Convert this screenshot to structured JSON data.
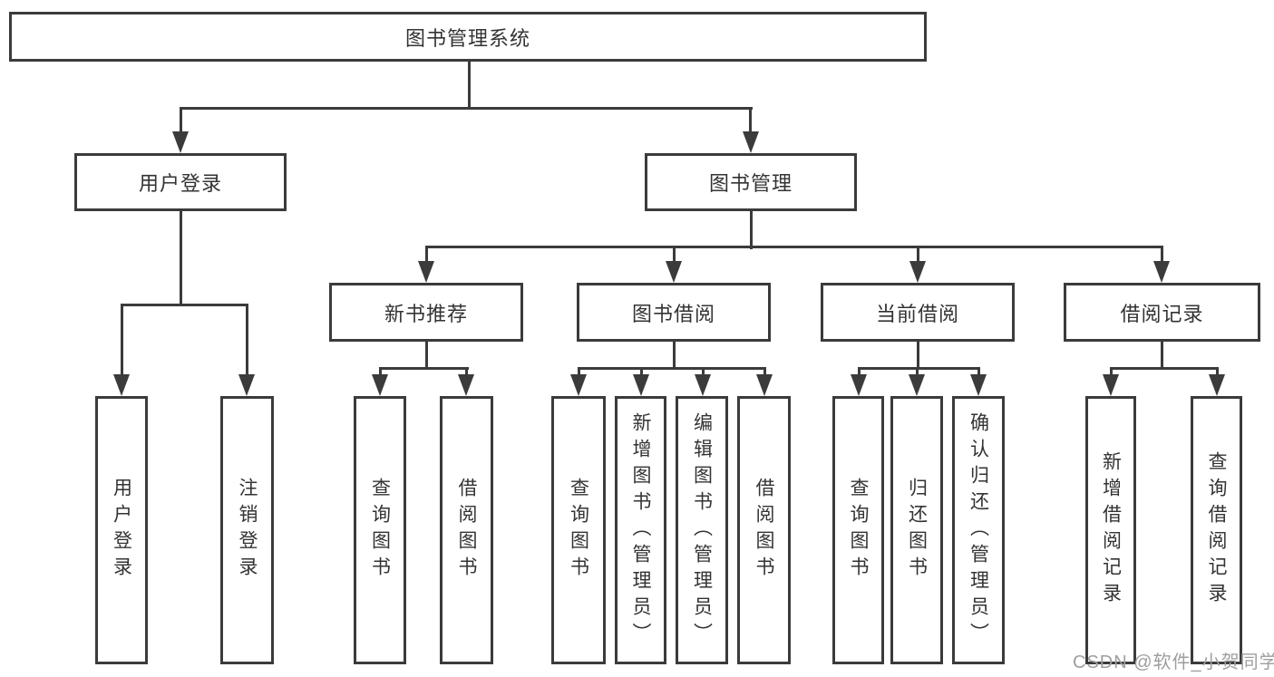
{
  "colors": {
    "line": "#3b3b3b",
    "text": "#333333",
    "watermark": "#9e9e9e",
    "background": "#ffffff"
  },
  "watermark": {
    "text": "CSDN @软件_小贺同学"
  },
  "diagram": {
    "root": {
      "label": "图书管理系统"
    },
    "branches": [
      {
        "label": "用户登录",
        "leaves": [
          {
            "label": "用户登录"
          },
          {
            "label": "注销登录"
          }
        ]
      },
      {
        "label": "图书管理",
        "groups": [
          {
            "label": "新书推荐",
            "leaves": [
              {
                "label": "查询图书"
              },
              {
                "label": "借阅图书"
              }
            ]
          },
          {
            "label": "图书借阅",
            "leaves": [
              {
                "label": "查询图书"
              },
              {
                "label": "新增图书（管理员）"
              },
              {
                "label": "编辑图书（管理员）"
              },
              {
                "label": "借阅图书"
              }
            ]
          },
          {
            "label": "当前借阅",
            "leaves": [
              {
                "label": "查询图书"
              },
              {
                "label": "归还图书"
              },
              {
                "label": "确认归还（管理员）"
              }
            ]
          },
          {
            "label": "借阅记录",
            "leaves": [
              {
                "label": "新增借阅记录"
              },
              {
                "label": "查询借阅记录"
              }
            ]
          }
        ]
      }
    ]
  }
}
